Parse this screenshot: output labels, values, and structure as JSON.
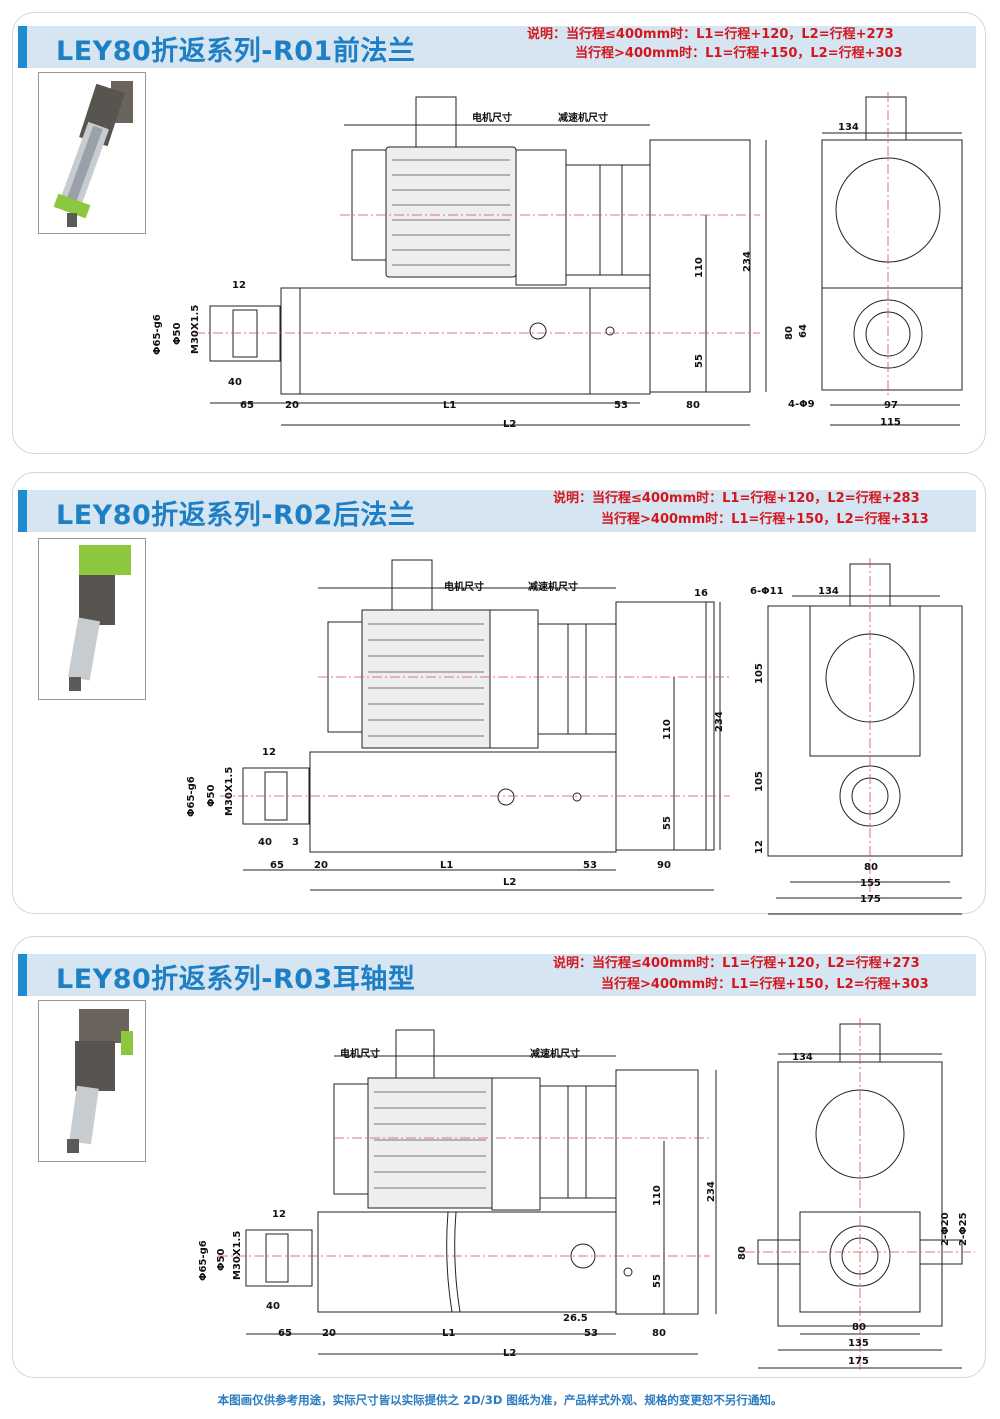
{
  "sections": [
    {
      "title": "LEY80折返系列-R01前法兰",
      "note_line1": "说明：当行程≤400mm时：L1=行程+120，L2=行程+273",
      "note_line2": "当行程>400mm时：L1=行程+150，L2=行程+303",
      "dims": {
        "motor_size": "电机尺寸",
        "reducer_size": "减速机尺寸",
        "d1": "12",
        "d2": "40",
        "d3": "65",
        "d4": "20",
        "d5": "L1",
        "d6": "53",
        "d7": "80",
        "d8": "L2",
        "d9": "110",
        "d10": "55",
        "d11": "234",
        "phi65": "Φ65-g6",
        "phi50": "Φ50",
        "m30": "M30X1.5",
        "e1": "134",
        "e2": "80",
        "e3": "64",
        "e4": "4-Φ9",
        "e5": "97",
        "e6": "115"
      }
    },
    {
      "title": "LEY80折返系列-R02后法兰",
      "note_line1": "说明：当行程≤400mm时：L1=行程+120，L2=行程+283",
      "note_line2": "当行程>400mm时：L1=行程+150，L2=行程+313",
      "dims": {
        "motor_size": "电机尺寸",
        "reducer_size": "减速机尺寸",
        "d1": "12",
        "d2": "40",
        "d2b": "3",
        "d3": "65",
        "d4": "20",
        "d5": "L1",
        "d6": "53",
        "d7": "90",
        "d8": "L2",
        "d9": "110",
        "d10": "55",
        "d11": "234",
        "d12": "16",
        "phi65": "Φ65-g6",
        "phi50": "Φ50",
        "m30": "M30X1.5",
        "e0": "6-Φ11",
        "e1": "134",
        "e2": "105",
        "e3": "105",
        "e4": "12",
        "e5": "80",
        "e6": "155",
        "e7": "175"
      }
    },
    {
      "title": "LEY80折返系列-R03耳轴型",
      "note_line1": "说明：当行程≤400mm时：L1=行程+120，L2=行程+273",
      "note_line2": "当行程>400mm时：L1=行程+150，L2=行程+303",
      "dims": {
        "motor_size": "电机尺寸",
        "reducer_size": "减速机尺寸",
        "d1": "12",
        "d2": "40",
        "d3": "65",
        "d4": "20",
        "d5": "L1",
        "d6": "53",
        "d7": "80",
        "d8": "L2",
        "d9": "110",
        "d10": "55",
        "d11": "234",
        "d12": "26.5",
        "phi65": "Φ65-g6",
        "phi50": "Φ50",
        "m30": "M30X1.5",
        "e1": "134",
        "e2": "80",
        "e3": "2-Φ20",
        "e4": "2-Φ25",
        "e5": "80",
        "e6": "135",
        "e7": "175"
      }
    }
  ],
  "footer": "本图画仅供参考用途，实际尺寸皆以实际提供之 2D/3D 图纸为准，产品样式外观、规格的变更恕不另行通知。",
  "colors": {
    "title": "#1e7fc4",
    "note": "#d4161c",
    "bar": "#d6e5f2",
    "accent": "#1d8cd0",
    "center_line": "#d84a5a",
    "bracket": "#7dc242"
  }
}
